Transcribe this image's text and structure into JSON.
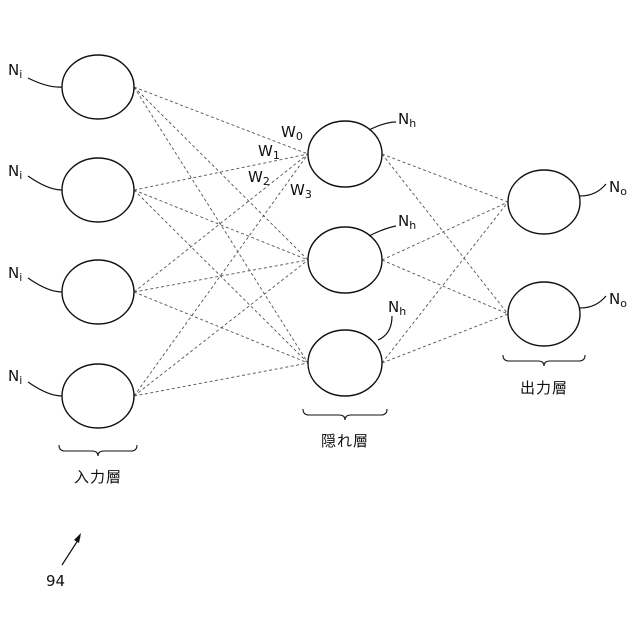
{
  "layers": {
    "input": {
      "label": "入力層",
      "node_label": "N",
      "node_sub": "i",
      "count": 4
    },
    "hidden": {
      "label": "隠れ層",
      "node_label": "N",
      "node_sub": "h",
      "count": 3
    },
    "output": {
      "label": "出力層",
      "node_label": "N",
      "node_sub": "o",
      "count": 2
    }
  },
  "weights": [
    {
      "label": "W",
      "sub": "0"
    },
    {
      "label": "W",
      "sub": "1"
    },
    {
      "label": "W",
      "sub": "2"
    },
    {
      "label": "W",
      "sub": "3"
    }
  ],
  "reference_numeral": "94"
}
